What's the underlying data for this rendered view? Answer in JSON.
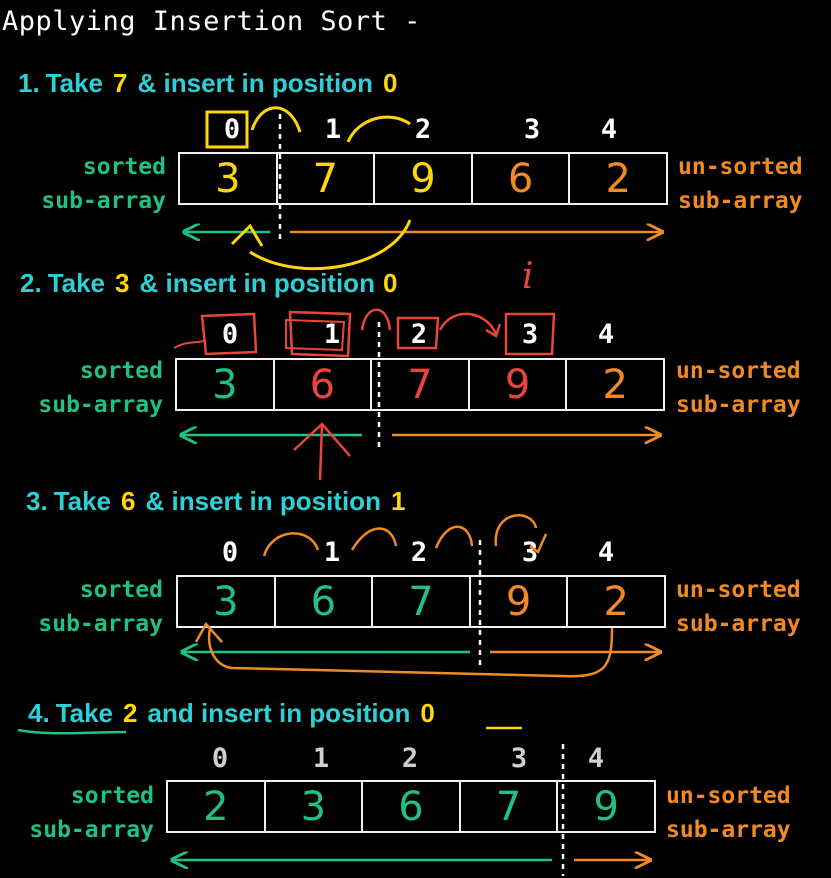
{
  "title": "Applying Insertion Sort -",
  "colors": {
    "heading": "#2cd0d6",
    "highlight": "#ffd60a",
    "sorted": "#20c184",
    "unsorted": "#f08a24",
    "moved": "#e8463a",
    "box": "#f2f2f2"
  },
  "labels": {
    "sorted_line1": "sorted",
    "sorted_line2": "sub-array",
    "unsorted_line1": "un-sorted",
    "unsorted_line2": "sub-array"
  },
  "indices": [
    "0",
    "1",
    "2",
    "3",
    "4"
  ],
  "steps": [
    {
      "number": "1.",
      "pre": "Take",
      "value": "7",
      "mid": "& insert in position",
      "position": "0",
      "cells": [
        "3",
        "7",
        "9",
        "6",
        "2"
      ],
      "cell_colors": [
        "yellow",
        "yellow",
        "yellow",
        "orange",
        "orange"
      ]
    },
    {
      "number": "2.",
      "pre": "Take",
      "value": "3",
      "mid": "& insert in position",
      "position": "0",
      "pointer_label": "i",
      "cells": [
        "3",
        "6",
        "7",
        "9",
        "2"
      ],
      "cell_colors": [
        "green",
        "red",
        "red",
        "red",
        "orange"
      ]
    },
    {
      "number": "3.",
      "pre": "Take",
      "value": "6",
      "mid": "& insert in position",
      "position": "1",
      "cells": [
        "3",
        "6",
        "7",
        "9",
        "2"
      ],
      "cell_colors": [
        "green",
        "green",
        "green",
        "orange",
        "orange"
      ]
    },
    {
      "number": "4.",
      "pre": "Take",
      "value": "2",
      "mid": "and insert in position",
      "position": "0",
      "cells": [
        "2",
        "3",
        "6",
        "7",
        "9"
      ],
      "cell_colors": [
        "green",
        "green",
        "green",
        "green",
        "green"
      ]
    }
  ]
}
